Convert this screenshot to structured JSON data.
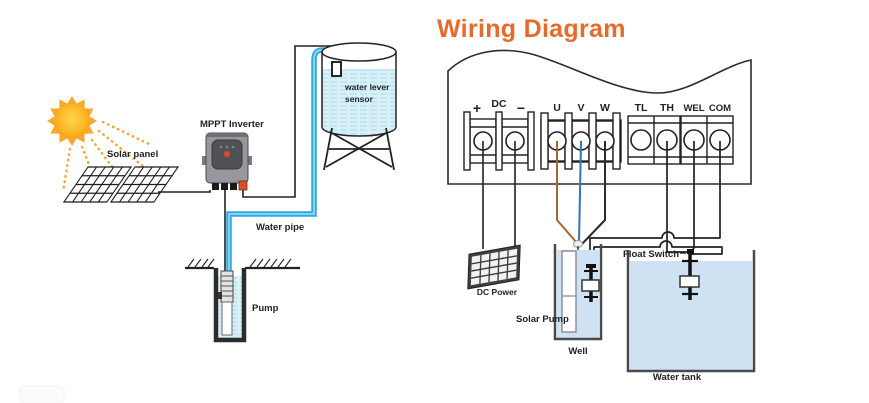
{
  "title": "Wiring Diagram",
  "colors": {
    "title_orange": "#E66B2B",
    "wire_u_brown": "#A6662F",
    "wire_v_blue": "#2E75B5",
    "wire_black": "#222222",
    "pipe_blue": "#2BA9E0",
    "water_left": "#D9F0F8",
    "water_right": "#CFE2F4",
    "sun_yellow": "#FDB813"
  },
  "left_illustration": {
    "labels": {
      "solar_panel": "Solar panel",
      "mppt_inverter": "MPPT Inverter",
      "sensor_line1": "water lever",
      "sensor_line2": "sensor",
      "water_pipe": "Water pipe",
      "pump": "Pump"
    }
  },
  "controller": {
    "terminal_labels": [
      "+",
      "DC",
      "−",
      "U",
      "V",
      "W",
      "TL",
      "TH",
      "WEL",
      "COM"
    ]
  },
  "right_diagram": {
    "labels": {
      "dc_power": "DC Power",
      "solar_pump": "Solar Pump",
      "well": "Well",
      "float_switch": "Float Switch",
      "water_tank": "Water tank"
    }
  }
}
